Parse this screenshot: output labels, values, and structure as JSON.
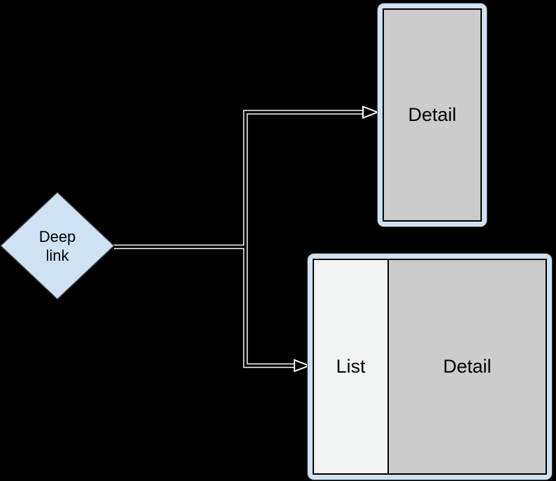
{
  "diagram": {
    "deep_link_node": {
      "label": "Deep link"
    },
    "detail_screen": {
      "label": "Detail"
    },
    "list_detail_screen": {
      "list_label": "List",
      "detail_label": "Detail"
    }
  },
  "colors": {
    "background": "#000000",
    "node_fill": "#cfe2f3",
    "node_border": "#434343",
    "screen_frame": "#cfe2f3",
    "content_gray": "#cccccc",
    "list_pane": "#f2f3f3",
    "line_core": "#000000",
    "line_casing": "#ffffff",
    "label_text": "#000000"
  }
}
